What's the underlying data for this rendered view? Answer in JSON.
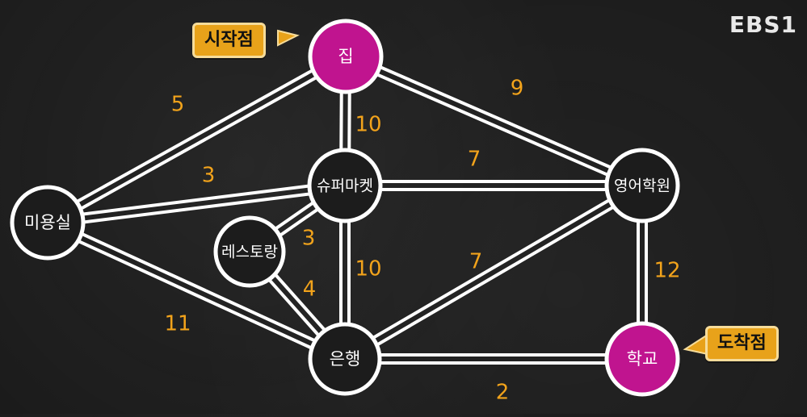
{
  "watermark": "EBS1",
  "callouts": {
    "start": "시작점",
    "end": "도착점"
  },
  "colors": {
    "background": "#1b1b1b",
    "node_fill": "#1c1c1c",
    "node_stroke": "#ffffff",
    "highlight_fill": "#c0148f",
    "edge": "#ffffff",
    "weight": "#f2a31b",
    "callout_bg": "#e8a21a"
  },
  "nodes": [
    {
      "id": "home",
      "label": "집",
      "highlight": true
    },
    {
      "id": "salon",
      "label": "미용실",
      "highlight": false
    },
    {
      "id": "supermarket",
      "label": "슈퍼마켓",
      "highlight": false
    },
    {
      "id": "academy",
      "label": "영어학원",
      "highlight": false
    },
    {
      "id": "restaurant",
      "label": "레스토랑",
      "highlight": false
    },
    {
      "id": "bank",
      "label": "은행",
      "highlight": false
    },
    {
      "id": "school",
      "label": "학교",
      "highlight": true
    }
  ],
  "edges": [
    {
      "from": "home",
      "to": "salon",
      "weight": "5"
    },
    {
      "from": "home",
      "to": "supermarket",
      "weight": "10"
    },
    {
      "from": "home",
      "to": "academy",
      "weight": "9"
    },
    {
      "from": "salon",
      "to": "supermarket",
      "weight": "3"
    },
    {
      "from": "salon",
      "to": "bank",
      "weight": "11"
    },
    {
      "from": "supermarket",
      "to": "academy",
      "weight": "7"
    },
    {
      "from": "supermarket",
      "to": "restaurant",
      "weight": "3"
    },
    {
      "from": "supermarket",
      "to": "bank",
      "weight": "10"
    },
    {
      "from": "restaurant",
      "to": "bank",
      "weight": "4"
    },
    {
      "from": "academy",
      "to": "bank",
      "weight": "7"
    },
    {
      "from": "academy",
      "to": "school",
      "weight": "12"
    },
    {
      "from": "bank",
      "to": "school",
      "weight": "2"
    }
  ]
}
